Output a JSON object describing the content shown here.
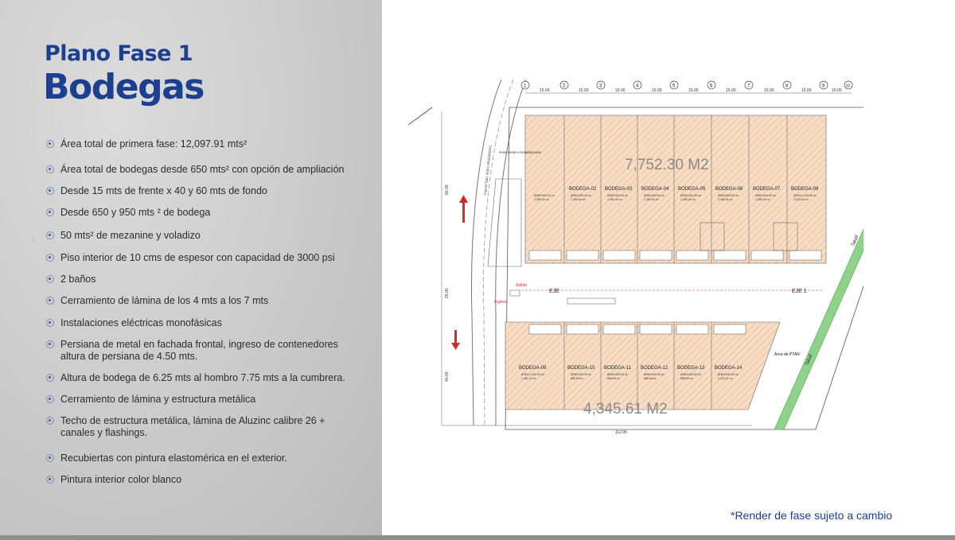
{
  "header": {
    "title_small": "Plano Fase 1",
    "title_big": "Bodegas"
  },
  "features": [
    "Área total de primera fase: 12,097.91 mts²",
    "Área total de bodegas desde 650 mts² con opción de ampliación",
    "Desde 15 mts de frente x 40 y 60 mts de fondo",
    "Desde 650 y 950 mts ² de bodega",
    "50 mts² de mezanine y voladizo",
    "Piso interior de 10 cms de espesor con capacidad de 3000 psi",
    "2 baños",
    "Cerramiento de lámina de los 4 mts a los 7 mts",
    "Instalaciones eléctricas monofásicas",
    "Persiana de metal en fachada frontal, ingreso de contenedores altura de persiana de 4.50 mts.",
    "Altura de bodega de 6.25 mts al hombro 7.75 mts a la cumbrera.",
    "Cerramiento de lámina y estructura metálica",
    "Techo de estructura metálica, lámina de Aluzinc calibre 26 + canales y flashings.",
    "Recubiertas con pintura elastomérica en el exterior.",
    "Pintura interior color blanco"
  ],
  "plan": {
    "top_area": "7,752.30 M2",
    "bottom_area": "4,345.61 M2",
    "axis_top": [
      "1",
      "2",
      "3",
      "4",
      "5",
      "6",
      "7",
      "8",
      "9",
      "10"
    ],
    "dims_top": [
      "15.00",
      "15.00",
      "15.00",
      "15.00",
      "15.00",
      "15.00",
      "15.00",
      "15.00",
      "10.00"
    ],
    "top_units": [
      {
        "name": "",
        "area": "ÁREA 900.00 m²",
        "area2": "1,280.04 m²"
      },
      {
        "name": "BODEGA-02",
        "area": "ÁREA 900.00 m²",
        "area2": "1,280.04 m²"
      },
      {
        "name": "BODEGA-03",
        "area": "ÁREA 900.00 m²",
        "area2": "1,280.04 m²"
      },
      {
        "name": "BODEGA-04",
        "area": "ÁREA 900.00 m²",
        "area2": "1,280.04 m²"
      },
      {
        "name": "BODEGA-05",
        "area": "ÁREA 900.00 m²",
        "area2": "1,280.04 m²"
      },
      {
        "name": "BODEGA-06",
        "area": "ÁREA 900.00 m²",
        "area2": "1,280.04 m²"
      },
      {
        "name": "BODEGA-07",
        "area": "ÁREA 900.00 m²",
        "area2": "1,280.04 m²"
      },
      {
        "name": "BODEGA-08",
        "area": "ÁREA 1,432.80 m²",
        "area2": "2,076.40 m²"
      }
    ],
    "bottom_units": [
      {
        "name": "BODEGA-09",
        "area": "ÁREA 1,000.00 m²",
        "area2": "1,451.10 m²"
      },
      {
        "name": "BODEGA-10",
        "area": "ÁREA 600.00 m²",
        "area2": "858.69 m²"
      },
      {
        "name": "BODEGA-11",
        "area": "ÁREA 600.00 m²",
        "area2": "858.69 m²"
      },
      {
        "name": "BODEGA-12",
        "area": "ÁREA 600.00 m²",
        "area2": "858.69 m²"
      },
      {
        "name": "BODEGA-13",
        "area": "ÁREA 600.00 m²",
        "area2": "858.69 m²"
      },
      {
        "name": "BODEGA-14",
        "area": "ÁREA 840.00 m²",
        "area2": "1,213.31 m²"
      }
    ],
    "eje_left": "EJE",
    "eje_right": "EJE 1",
    "green_area": "Área verde e instalaciones",
    "ptar": "Área de PTAR",
    "talud": "Talud",
    "salida": "Salida",
    "ingreso": "Ingreso",
    "road_label": "Hacia San Isidro Mazatepec",
    "dim_bottom": "112.95",
    "dim_left_top": "60.00",
    "dim_left_mid": "25.00",
    "dim_left_bottom": "40.00"
  },
  "footnote": "*Render de fase sujeto a cambio",
  "colors": {
    "title_blue": "#1d3f8f",
    "unit_fill": "#f7ddc4",
    "unit_hatch": "#e8a77a",
    "green_strip": "#8fd38a",
    "road_red": "#d62828"
  }
}
